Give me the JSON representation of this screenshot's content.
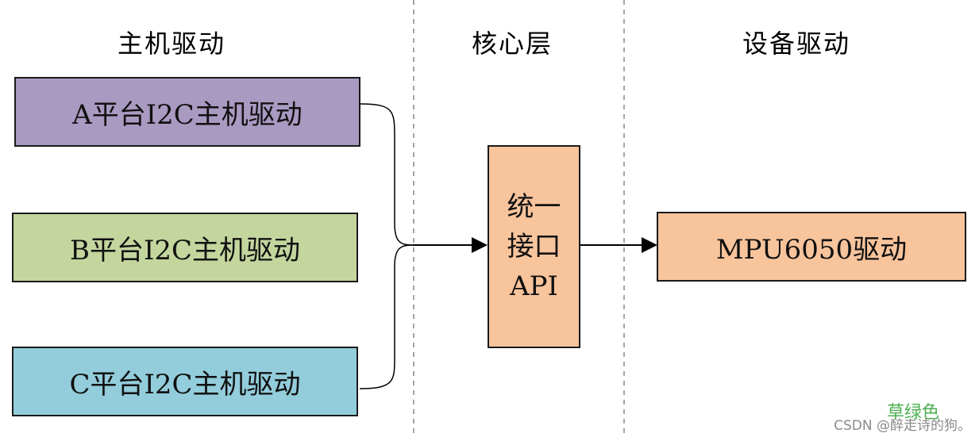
{
  "columns": {
    "host": "主机驱动",
    "core": "核心层",
    "device": "设备驱动"
  },
  "host_drivers": [
    {
      "label": "A平台I2C主机驱动",
      "color": "#a99ac2"
    },
    {
      "label": "B平台I2C主机驱动",
      "color": "#c4d59e"
    },
    {
      "label": "C平台I2C主机驱动",
      "color": "#93cddb"
    }
  ],
  "core": {
    "lines": [
      "统一",
      "接口",
      "API"
    ],
    "color": "#f8c49c"
  },
  "device_driver": {
    "label": "MPU6050驱动",
    "color": "#f8c49c"
  },
  "watermark": {
    "green": "草绿色",
    "gray": "CSDN @醉走诗的狗。"
  }
}
